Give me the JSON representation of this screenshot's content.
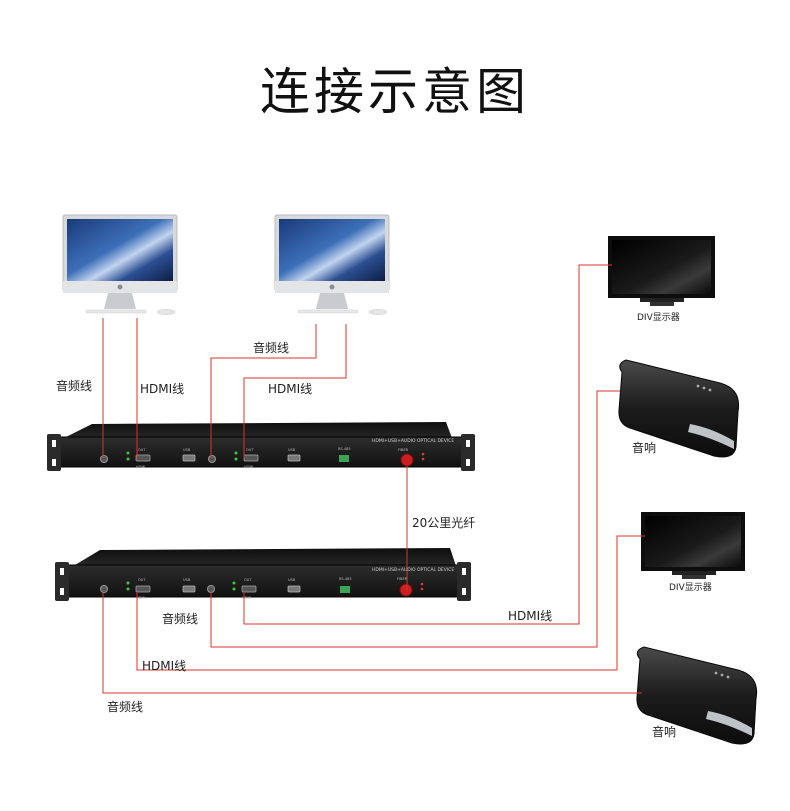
{
  "title": "连接示意图",
  "devices": {
    "panel_text": "HDMI+USB+AUDIO OPTICAL DEVICE",
    "rs485": "RS-485",
    "fiber": "FIBER",
    "usb": "USB",
    "hdmi": "HDMI",
    "audio": "AUDIO",
    "out": "OUT"
  },
  "labels": {
    "audio_line_1": "音频线",
    "hdmi_line_1": "HDMI线",
    "audio_line_2": "音频线",
    "hdmi_line_2": "HDMI线",
    "fiber_20km": "20公里光纤",
    "audio_line_3": "音频线",
    "hdmi_line_3": "HDMI线",
    "hdmi_line_4": "HDMI线",
    "audio_line_4": "音频线",
    "display_1": "DIV显示器",
    "speaker_1": "音响",
    "display_2": "DIV显示器",
    "speaker_2": "音响"
  },
  "colors": {
    "cable": "#d9342b",
    "device_body": "#1b1b1b",
    "fiber_port": "#cc1f1f"
  }
}
